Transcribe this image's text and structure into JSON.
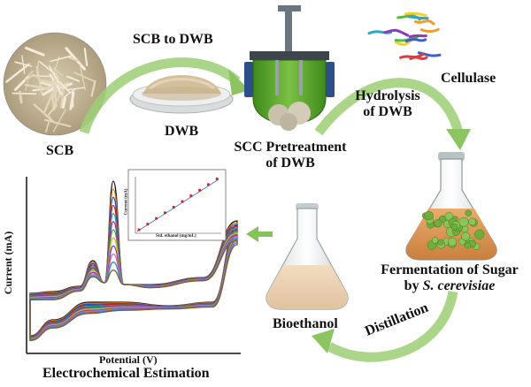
{
  "labels": {
    "scb": "SCB",
    "scb_to_dwb": "SCB to DWB",
    "dwb": "DWB",
    "scc_line1": "SCC Pretreatment",
    "scc_line2": "of DWB",
    "cellulase": "Cellulase",
    "hydrolysis_line1": "Hydrolysis",
    "hydrolysis_line2": "of DWB",
    "fermentation_line1": "Fermentation of Sugar",
    "fermentation_by": "by ",
    "fermentation_species": "S. cerevisiae",
    "bioethanol": "Bioethanol",
    "distillation": "Distillation",
    "electrochemical": "Electrochemical Estimation"
  },
  "cv_plot": {
    "xlabel": "Potential (V)",
    "ylabel": "Current (mA)"
  },
  "inset_plot": {
    "xlabel": "Std. ethanol (mg/mL)",
    "ylabel": "Current (mA)"
  },
  "colors": {
    "arrow_green": "#9ccf76",
    "reactor_green": "#5aa32c",
    "flask_liquid_orange": "#e09a5a",
    "flask_liquid_ethanol": "#ecd2b5",
    "inset_points": "#d0202a"
  },
  "cv_series_colors": [
    "#111111",
    "#e08020",
    "#2050c0",
    "#c02020",
    "#20a0a0",
    "#a020a0",
    "#40a040",
    "#d0c020",
    "#8040c0",
    "#e060a0",
    "#2090e0",
    "#806020"
  ]
}
